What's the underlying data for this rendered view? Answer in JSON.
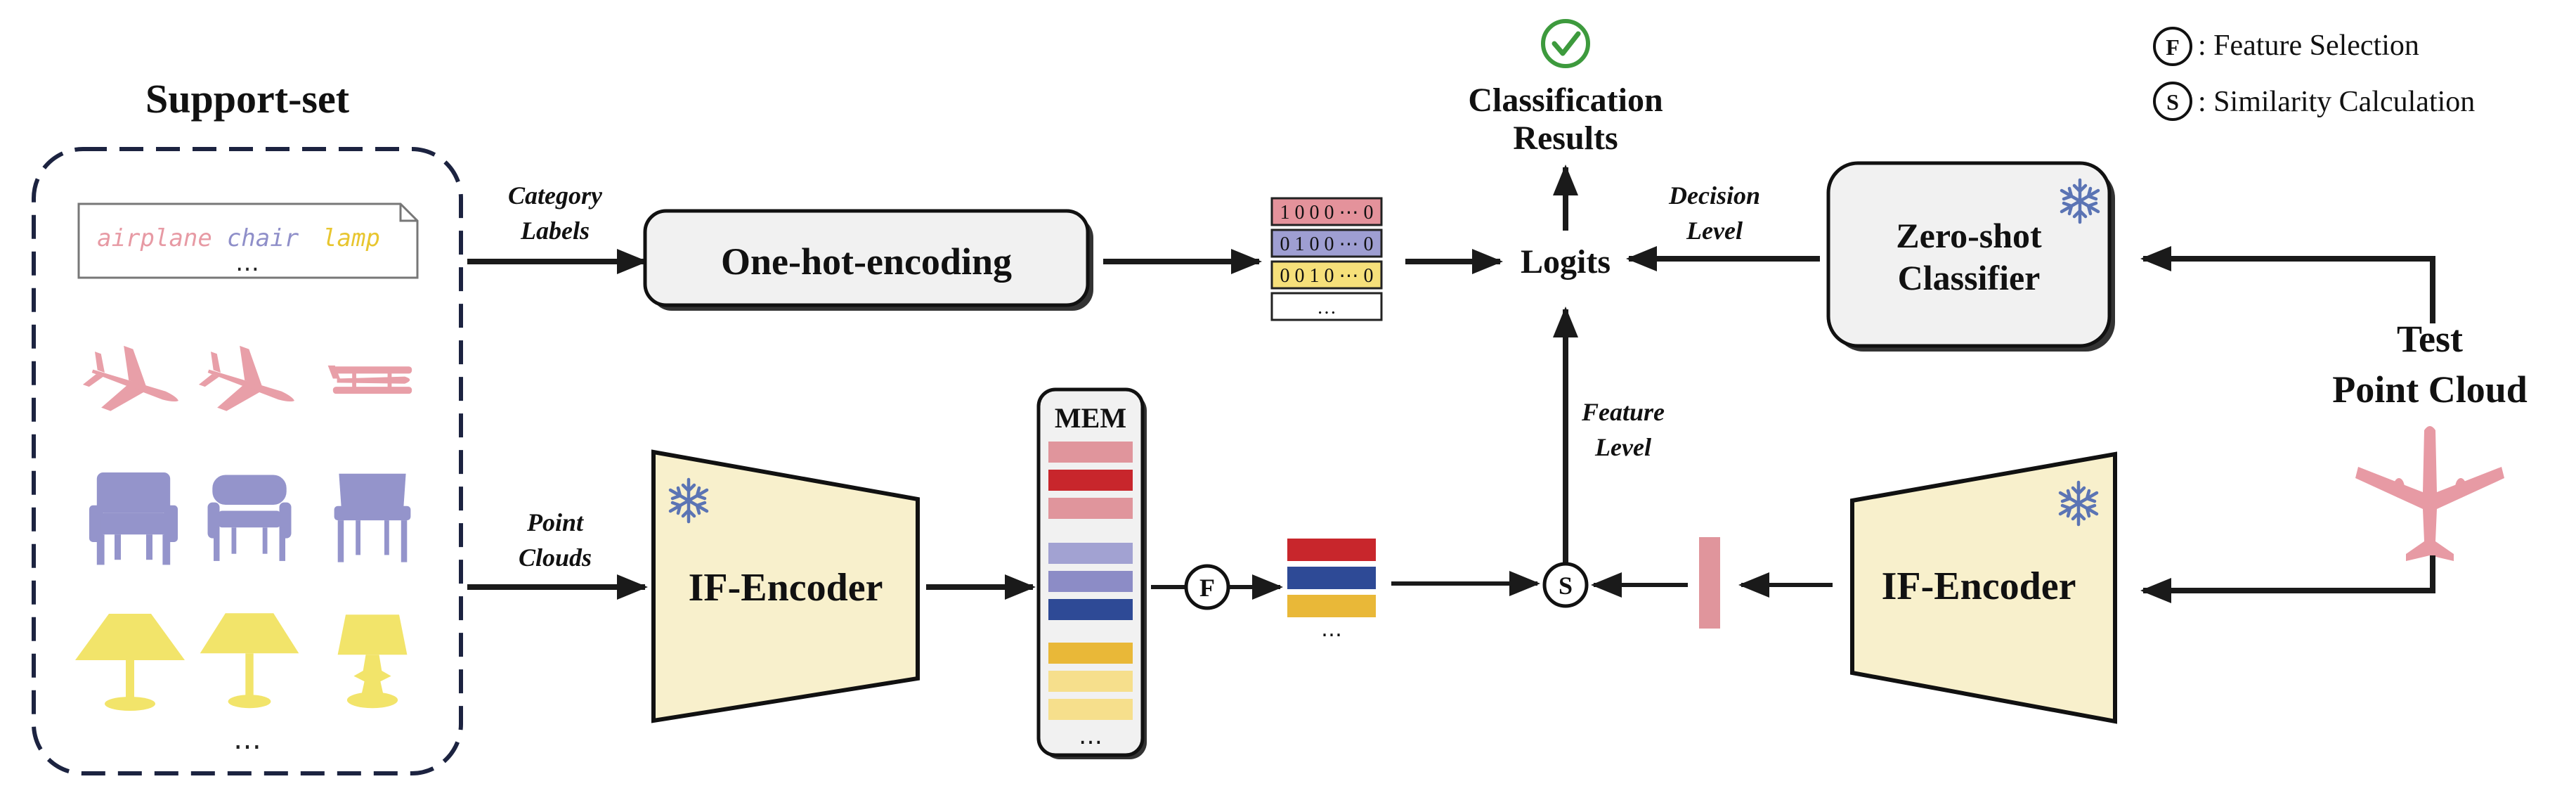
{
  "support_set": {
    "title": "Support-set",
    "category_words": [
      "airplane",
      "chair",
      "lamp"
    ],
    "note_ellipsis": "…",
    "bottom_ellipsis": "…",
    "rows": [
      {
        "category": "airplane",
        "color": "#e79aa4"
      },
      {
        "category": "chair",
        "color": "#8f8fc9"
      },
      {
        "category": "lamp",
        "color": "#f2e46a"
      }
    ]
  },
  "labels": {
    "category_labels_1": "Category",
    "category_labels_2": "Labels",
    "point_clouds_1": "Point",
    "point_clouds_2": "Clouds",
    "feature_level_1": "Feature",
    "feature_level_2": "Level",
    "decision_level_1": "Decision",
    "decision_level_2": "Level"
  },
  "blocks": {
    "one_hot": "One-hot-encoding",
    "if_encoder_left": "IF-Encoder",
    "if_encoder_right": "IF-Encoder",
    "zero_shot_1": "Zero-shot",
    "zero_shot_2": "Classifier",
    "logits": "Logits",
    "results_1": "Classification",
    "results_2": "Results",
    "test_1": "Test",
    "test_2": "Point Cloud"
  },
  "one_hot_codes": [
    {
      "text": "1 0 0 0 ⋯ 0",
      "color": "#e4929b"
    },
    {
      "text": "0 1 0 0 ⋯ 0",
      "color": "#9e9ed2"
    },
    {
      "text": "0 0 1 0 ⋯ 0",
      "color": "#f6e07a"
    },
    {
      "text": "…",
      "color": "#ffffff"
    }
  ],
  "memory": {
    "title": "MEM",
    "ellipsis": "…",
    "bars": [
      "#e0959c",
      "#c8262c",
      "#e0959c",
      "#a2a2d2",
      "#8c8cc6",
      "#2e4a96",
      "#e9b838",
      "#f6df8c",
      "#f6df8c"
    ]
  },
  "selected_features": {
    "bars": [
      "#c8262c",
      "#2e4a96",
      "#e9b838"
    ],
    "ellipsis": "…"
  },
  "operators": {
    "feature_selection_symbol": "F",
    "similarity_symbol": "S"
  },
  "legend": {
    "f_text": ": Feature Selection",
    "s_text": ": Similarity Calculation"
  },
  "colors": {
    "encoder_fill": "#f8f0cc",
    "classifier_fill": "#f1f1f1",
    "snowflake": "#5b74b4",
    "check": "#3d9a3d",
    "test_feature": "#e0959c",
    "arrow": "#1a1a1a"
  },
  "icons": {
    "snowflake": "snowflake-icon",
    "check": "check-circle-icon",
    "airplane": "airplane-icon",
    "chair": "chair-icon",
    "lamp": "lamp-icon"
  }
}
